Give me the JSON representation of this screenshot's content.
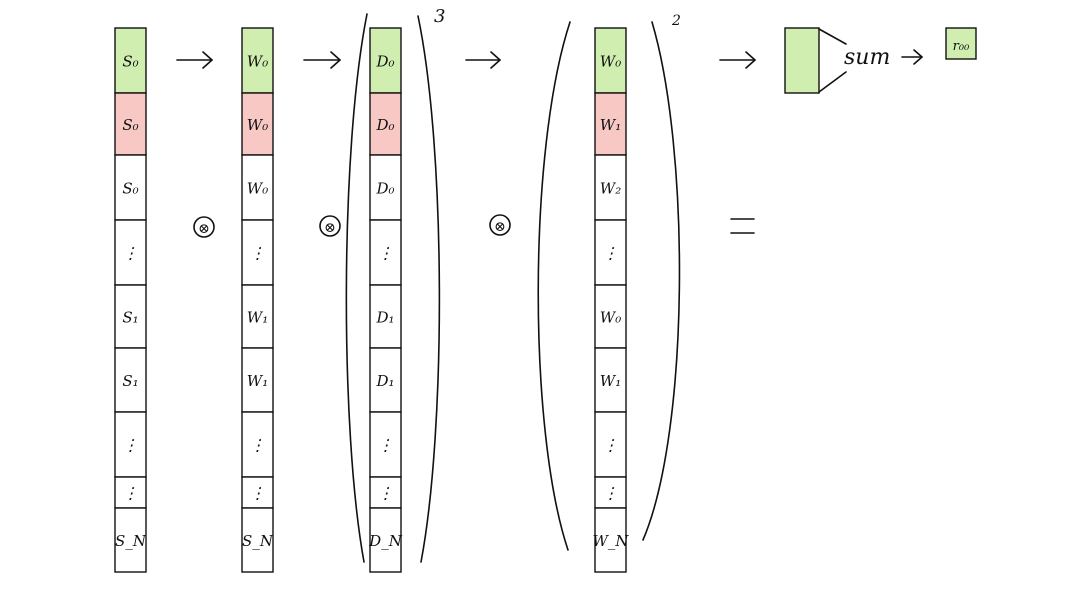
{
  "colors": {
    "background": "#ffffff",
    "ink": "#111111",
    "highlight_green": "#cfeeb0",
    "highlight_red": "#f7c8c4",
    "cell_white": "#ffffff"
  },
  "columns": [
    {
      "id": "s",
      "cells": [
        {
          "label": "S₀",
          "fill": "green"
        },
        {
          "label": "S₀",
          "fill": "red"
        },
        {
          "label": "S₀",
          "fill": "white"
        },
        {
          "label": "⋮",
          "fill": "white"
        },
        {
          "label": "S₁",
          "fill": "white"
        },
        {
          "label": "S₁",
          "fill": "white"
        },
        {
          "label": "⋮",
          "fill": "white"
        },
        {
          "label": "⋮",
          "fill": "white"
        },
        {
          "label": "S_N",
          "fill": "white"
        }
      ]
    },
    {
      "id": "w1",
      "cells": [
        {
          "label": "W₀",
          "fill": "green"
        },
        {
          "label": "W₀",
          "fill": "red"
        },
        {
          "label": "W₀",
          "fill": "white"
        },
        {
          "label": "⋮",
          "fill": "white"
        },
        {
          "label": "W₁",
          "fill": "white"
        },
        {
          "label": "W₁",
          "fill": "white"
        },
        {
          "label": "⋮",
          "fill": "white"
        },
        {
          "label": "⋮",
          "fill": "white"
        },
        {
          "label": "S_N",
          "fill": "white"
        }
      ]
    },
    {
      "id": "d",
      "cells": [
        {
          "label": "D₀",
          "fill": "green"
        },
        {
          "label": "D₀",
          "fill": "red"
        },
        {
          "label": "D₀",
          "fill": "white"
        },
        {
          "label": "⋮",
          "fill": "white"
        },
        {
          "label": "D₁",
          "fill": "white"
        },
        {
          "label": "D₁",
          "fill": "white"
        },
        {
          "label": "⋮",
          "fill": "white"
        },
        {
          "label": "⋮",
          "fill": "white"
        },
        {
          "label": "D_N",
          "fill": "white"
        }
      ]
    },
    {
      "id": "w2",
      "cells": [
        {
          "label": "W₀",
          "fill": "green"
        },
        {
          "label": "W₁",
          "fill": "red"
        },
        {
          "label": "W₂",
          "fill": "white"
        },
        {
          "label": "⋮",
          "fill": "white"
        },
        {
          "label": "W₀",
          "fill": "white"
        },
        {
          "label": "W₁",
          "fill": "white"
        },
        {
          "label": "⋮",
          "fill": "white"
        },
        {
          "label": "⋮",
          "fill": "white"
        },
        {
          "label": "W_N",
          "fill": "white"
        }
      ]
    }
  ],
  "operators": {
    "times": "⊗",
    "equals": "=",
    "arrow": "→",
    "arrow_small": "→"
  },
  "exponents": {
    "first": "3",
    "second": "2"
  },
  "sum_label": "sum",
  "result_label": "r₀₀"
}
